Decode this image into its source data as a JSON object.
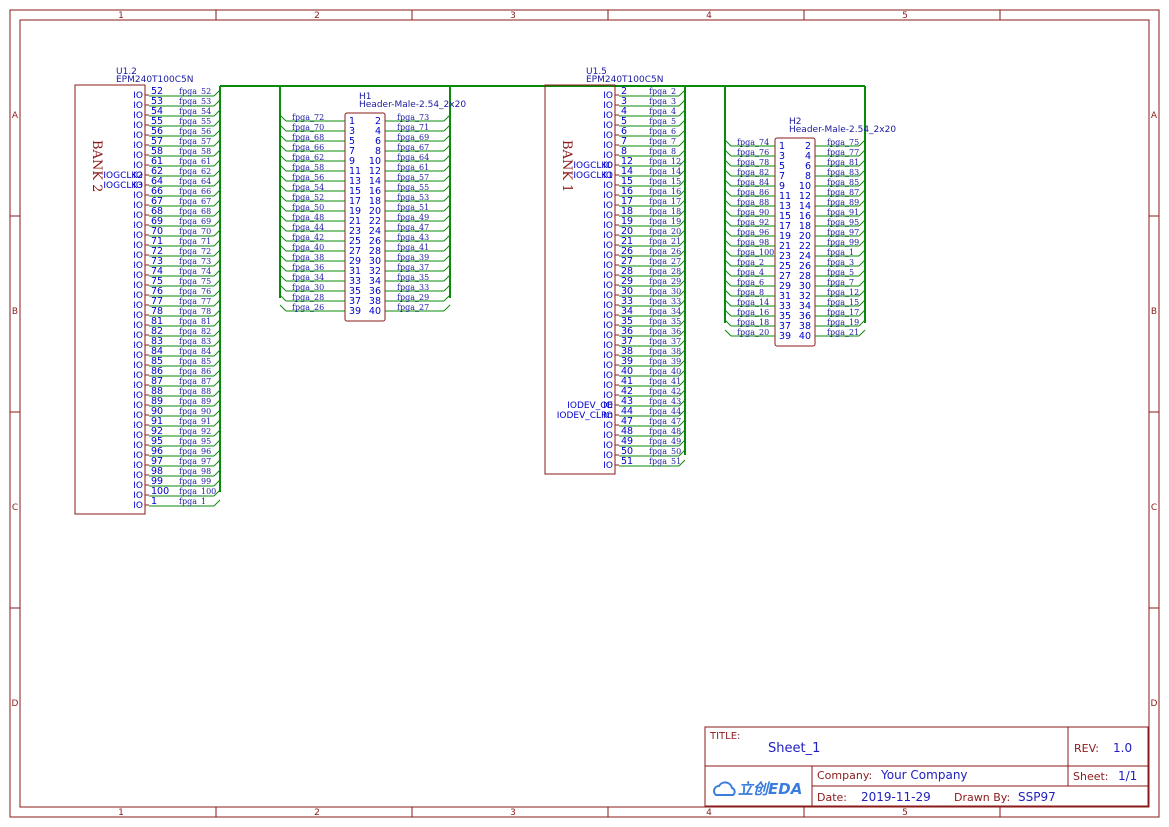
{
  "colors": {
    "frame": "#8b1a1a",
    "wire": "#0a8a0a",
    "pin_text": "#0000cc",
    "net_text": "#1a1aa0",
    "title_text": "#2020c0",
    "body_red": "#8b1a1a",
    "logo_blue": "#3b7ddd"
  },
  "frame": {
    "columns": [
      "1",
      "2",
      "3",
      "4",
      "5"
    ],
    "rows": [
      "A",
      "B",
      "C",
      "D"
    ]
  },
  "u12": {
    "ref": "U1.2",
    "value": "EPM240T100C5N",
    "bank": "BANK 2",
    "clk_labels": [
      "IOGCLK2",
      "IOGCLK3"
    ],
    "pin_name": "IO",
    "pins": [
      {
        "num": "52",
        "net": "fpga_52"
      },
      {
        "num": "53",
        "net": "fpga_53"
      },
      {
        "num": "54",
        "net": "fpga_54"
      },
      {
        "num": "55",
        "net": "fpga_55"
      },
      {
        "num": "56",
        "net": "fpga_56"
      },
      {
        "num": "57",
        "net": "fpga_57"
      },
      {
        "num": "58",
        "net": "fpga_58"
      },
      {
        "num": "61",
        "net": "fpga_61"
      },
      {
        "num": "62",
        "net": "fpga_62"
      },
      {
        "num": "64",
        "net": "fpga_64"
      },
      {
        "num": "66",
        "net": "fpga_66"
      },
      {
        "num": "67",
        "net": "fpga_67"
      },
      {
        "num": "68",
        "net": "fpga_68"
      },
      {
        "num": "69",
        "net": "fpga_69"
      },
      {
        "num": "70",
        "net": "fpga_70"
      },
      {
        "num": "71",
        "net": "fpga_71"
      },
      {
        "num": "72",
        "net": "fpga_72"
      },
      {
        "num": "73",
        "net": "fpga_73"
      },
      {
        "num": "74",
        "net": "fpga_74"
      },
      {
        "num": "75",
        "net": "fpga_75"
      },
      {
        "num": "76",
        "net": "fpga_76"
      },
      {
        "num": "77",
        "net": "fpga_77"
      },
      {
        "num": "78",
        "net": "fpga_78"
      },
      {
        "num": "81",
        "net": "fpga_81"
      },
      {
        "num": "82",
        "net": "fpga_82"
      },
      {
        "num": "83",
        "net": "fpga_83"
      },
      {
        "num": "84",
        "net": "fpga_84"
      },
      {
        "num": "85",
        "net": "fpga_85"
      },
      {
        "num": "86",
        "net": "fpga_86"
      },
      {
        "num": "87",
        "net": "fpga_87"
      },
      {
        "num": "88",
        "net": "fpga_88"
      },
      {
        "num": "89",
        "net": "fpga_89"
      },
      {
        "num": "90",
        "net": "fpga_90"
      },
      {
        "num": "91",
        "net": "fpga_91"
      },
      {
        "num": "92",
        "net": "fpga_92"
      },
      {
        "num": "95",
        "net": "fpga_95"
      },
      {
        "num": "96",
        "net": "fpga_96"
      },
      {
        "num": "97",
        "net": "fpga_97"
      },
      {
        "num": "98",
        "net": "fpga_98"
      },
      {
        "num": "99",
        "net": "fpga_99"
      },
      {
        "num": "100",
        "net": "fpga_100"
      },
      {
        "num": "1",
        "net": "fpga_1"
      }
    ]
  },
  "u15": {
    "ref": "U1.5",
    "value": "EPM240T100C5N",
    "bank": "BANK 1",
    "clk_labels": [
      "IOGCLK0",
      "IOGCLK1"
    ],
    "dev_labels": [
      "IODEV_OE",
      "IODEV_CLRn"
    ],
    "pin_name": "IO",
    "pins": [
      {
        "num": "2",
        "net": "fpga_2"
      },
      {
        "num": "3",
        "net": "fpga_3"
      },
      {
        "num": "4",
        "net": "fpga_4"
      },
      {
        "num": "5",
        "net": "fpga_5"
      },
      {
        "num": "6",
        "net": "fpga_6"
      },
      {
        "num": "7",
        "net": "fpga_7"
      },
      {
        "num": "8",
        "net": "fpga_8"
      },
      {
        "num": "12",
        "net": "fpga_12"
      },
      {
        "num": "14",
        "net": "fpga_14"
      },
      {
        "num": "15",
        "net": "fpga_15"
      },
      {
        "num": "16",
        "net": "fpga_16"
      },
      {
        "num": "17",
        "net": "fpga_17"
      },
      {
        "num": "18",
        "net": "fpga_18"
      },
      {
        "num": "19",
        "net": "fpga_19"
      },
      {
        "num": "20",
        "net": "fpga_20"
      },
      {
        "num": "21",
        "net": "fpga_21"
      },
      {
        "num": "26",
        "net": "fpga_26"
      },
      {
        "num": "27",
        "net": "fpga_27"
      },
      {
        "num": "28",
        "net": "fpga_28"
      },
      {
        "num": "29",
        "net": "fpga_29"
      },
      {
        "num": "30",
        "net": "fpga_30"
      },
      {
        "num": "33",
        "net": "fpga_33"
      },
      {
        "num": "34",
        "net": "fpga_34"
      },
      {
        "num": "35",
        "net": "fpga_35"
      },
      {
        "num": "36",
        "net": "fpga_36"
      },
      {
        "num": "37",
        "net": "fpga_37"
      },
      {
        "num": "38",
        "net": "fpga_38"
      },
      {
        "num": "39",
        "net": "fpga_39"
      },
      {
        "num": "40",
        "net": "fpga_40"
      },
      {
        "num": "41",
        "net": "fpga_41"
      },
      {
        "num": "42",
        "net": "fpga_42"
      },
      {
        "num": "43",
        "net": "fpga_43"
      },
      {
        "num": "44",
        "net": "fpga_44"
      },
      {
        "num": "47",
        "net": "fpga_47"
      },
      {
        "num": "48",
        "net": "fpga_48"
      },
      {
        "num": "49",
        "net": "fpga_49"
      },
      {
        "num": "50",
        "net": "fpga_50"
      },
      {
        "num": "51",
        "net": "fpga_51"
      }
    ]
  },
  "h1": {
    "ref": "H1",
    "value": "Header-Male-2.54_2x20",
    "left_nets": [
      "fpga_72",
      "fpga_70",
      "fpga_68",
      "fpga_66",
      "fpga_62",
      "fpga_58",
      "fpga_56",
      "fpga_54",
      "fpga_52",
      "fpga_50",
      "fpga_48",
      "fpga_44",
      "fpga_42",
      "fpga_40",
      "fpga_38",
      "fpga_36",
      "fpga_34",
      "fpga_30",
      "fpga_28",
      "fpga_26"
    ],
    "right_nets": [
      "fpga_73",
      "fpga_71",
      "fpga_69",
      "fpga_67",
      "fpga_64",
      "fpga_61",
      "fpga_57",
      "fpga_55",
      "fpga_53",
      "fpga_51",
      "fpga_49",
      "fpga_47",
      "fpga_43",
      "fpga_41",
      "fpga_39",
      "fpga_37",
      "fpga_35",
      "fpga_33",
      "fpga_29",
      "fpga_27"
    ]
  },
  "h2": {
    "ref": "H2",
    "value": "Header-Male-2.54_2x20",
    "left_nets": [
      "fpga_74",
      "fpga_76",
      "fpga_78",
      "fpga_82",
      "fpga_84",
      "fpga_86",
      "fpga_88",
      "fpga_90",
      "fpga_92",
      "fpga_96",
      "fpga_98",
      "fpga_100",
      "fpga_2",
      "fpga_4",
      "fpga_6",
      "fpga_8",
      "fpga_14",
      "fpga_16",
      "fpga_18",
      "fpga_20"
    ],
    "right_nets": [
      "fpga_75",
      "fpga_77",
      "fpga_81",
      "fpga_83",
      "fpga_85",
      "fpga_87",
      "fpga_89",
      "fpga_91",
      "fpga_95",
      "fpga_97",
      "fpga_99",
      "fpga_1",
      "fpga_3",
      "fpga_5",
      "fpga_7",
      "fpga_12",
      "fpga_15",
      "fpga_17",
      "fpga_19",
      "fpga_21"
    ]
  },
  "title_block": {
    "title_label": "TITLE:",
    "title": "Sheet_1",
    "rev_label": "REV:",
    "rev": "1.0",
    "logo_text": "立创EDA",
    "company_label": "Company:",
    "company": "Your Company",
    "sheet_label": "Sheet:",
    "sheet": "1/1",
    "date_label": "Date:",
    "date": "2019-11-29",
    "drawn_by_label": "Drawn By:",
    "drawn_by": "SSP97"
  }
}
